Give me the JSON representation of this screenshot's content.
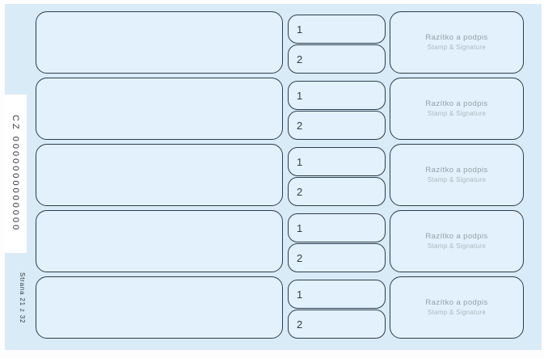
{
  "colors": {
    "sheet_background": "#d8ebf7",
    "box_fill": "#e2f1fb",
    "border": "#2e3d4d",
    "stamp_text": "#96a0a8",
    "stamp_subtext": "#aeb7bf"
  },
  "sidebar": {
    "vat_number": "CZ 0000000000000",
    "page_indicator": "Strana 21 z 32"
  },
  "rows": [
    {
      "num1": "1",
      "num2": "2",
      "stamp_title": "Razítko a podpis",
      "stamp_subtitle": "Stamp & Signature"
    },
    {
      "num1": "1",
      "num2": "2",
      "stamp_title": "Razítko a podpis",
      "stamp_subtitle": "Stamp & Signature"
    },
    {
      "num1": "1",
      "num2": "2",
      "stamp_title": "Razítko a podpis",
      "stamp_subtitle": "Stamp & Signature"
    },
    {
      "num1": "1",
      "num2": "2",
      "stamp_title": "Razítko a podpis",
      "stamp_subtitle": "Stamp & Signature"
    },
    {
      "num1": "1",
      "num2": "2",
      "stamp_title": "Razítko a podpis",
      "stamp_subtitle": "Stamp & Signature"
    }
  ]
}
